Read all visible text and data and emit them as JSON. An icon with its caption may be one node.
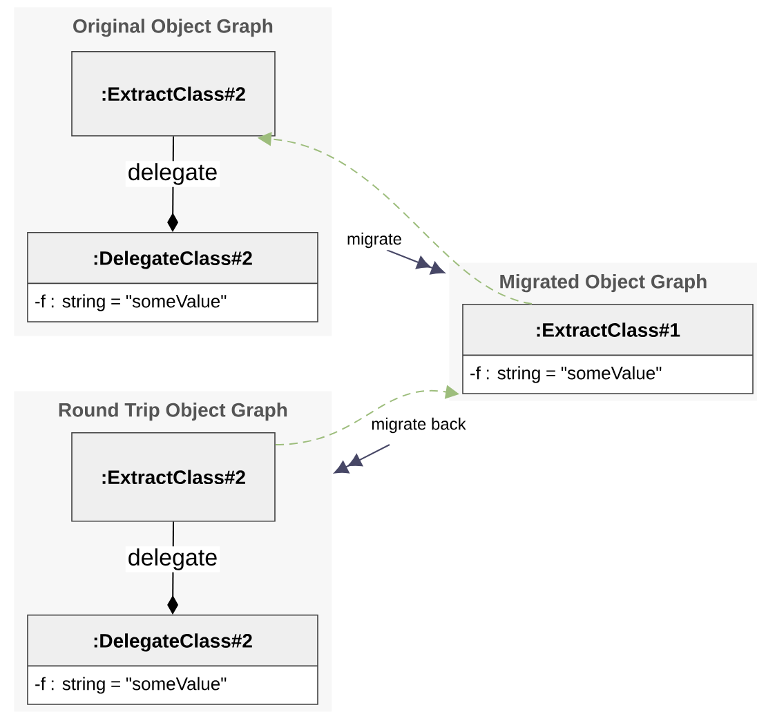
{
  "diagram": {
    "nodes": [
      {
        "text": [
          "Original Object Graph"
        ]
      },
      {
        "text": [
          ":ExtractClass#2"
        ],
        "in": 0
      },
      {
        "text": [
          ":DelegateClass#2",
          "-f : string = \"someValue\""
        ],
        "in": 0
      },
      {
        "text": [
          "Migrated Object Graph"
        ]
      },
      {
        "text": [
          ":ExtractClass#1",
          "-f : string = \"someValue\""
        ],
        "in": 3
      },
      {
        "text": [
          "Round Trip Object Graph"
        ]
      },
      {
        "text": [
          ":ExtractClass#2"
        ],
        "in": 5
      },
      {
        "text": [
          ":DelegateClass#2",
          "-f : string = \"someValue\""
        ],
        "in": 5
      }
    ],
    "edges": [
      {
        "from": 1,
        "to": 2,
        "arrow": "other",
        "label": "delegate"
      },
      {
        "from": 4,
        "to": 1,
        "arrow": "to",
        "style": "dashed",
        "color": "#9dbd7c",
        "label": "migrate"
      },
      {
        "from": 6,
        "to": 4,
        "arrow": "to",
        "style": "dashed",
        "color": "#9dbd7c",
        "label": "migrate back"
      },
      {
        "from": 6,
        "to": 7,
        "arrow": "other",
        "label": "delegate"
      }
    ]
  }
}
